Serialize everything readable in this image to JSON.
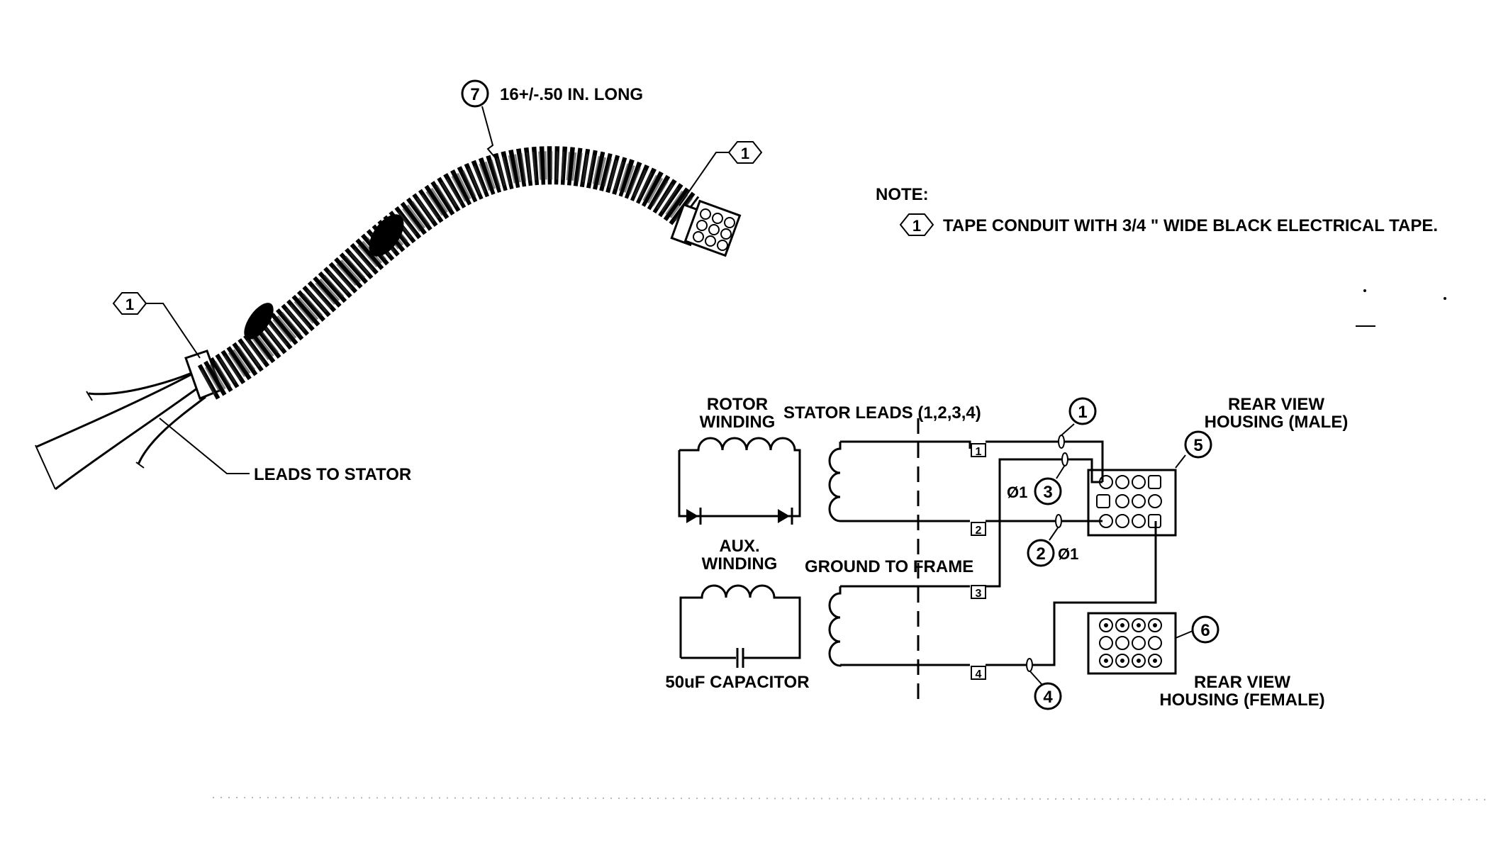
{
  "callouts": {
    "item7_number": "7",
    "item7_text": "16+/-.50 IN. LONG",
    "tape_hex_top": "1",
    "tape_hex_left": "1",
    "leads_to_stator": "LEADS TO STATOR"
  },
  "note": {
    "heading": "NOTE:",
    "item_number": "1",
    "item_text": "TAPE CONDUIT WITH  3/4 \" WIDE BLACK ELECTRICAL TAPE."
  },
  "schematic": {
    "rotor_line1": "ROTOR",
    "rotor_line2": "WINDING",
    "stator_leads": "STATOR LEADS (1,2,3,4)",
    "aux_line1": "AUX.",
    "aux_line2": "WINDING",
    "ground": "GROUND TO FRAME",
    "capacitor": "50uF CAPACITOR",
    "male_line1": "REAR VIEW",
    "male_line2": "HOUSING (MALE)",
    "female_line1": "REAR VIEW",
    "female_line2": "HOUSING (FEMALE)",
    "lead1": "1",
    "lead2": "2",
    "lead3": "3",
    "lead4": "4",
    "box1": "1",
    "box2": "2",
    "box3": "3",
    "box4": "4",
    "item5": "5",
    "item6": "6",
    "phase_mark": "Ø1"
  }
}
